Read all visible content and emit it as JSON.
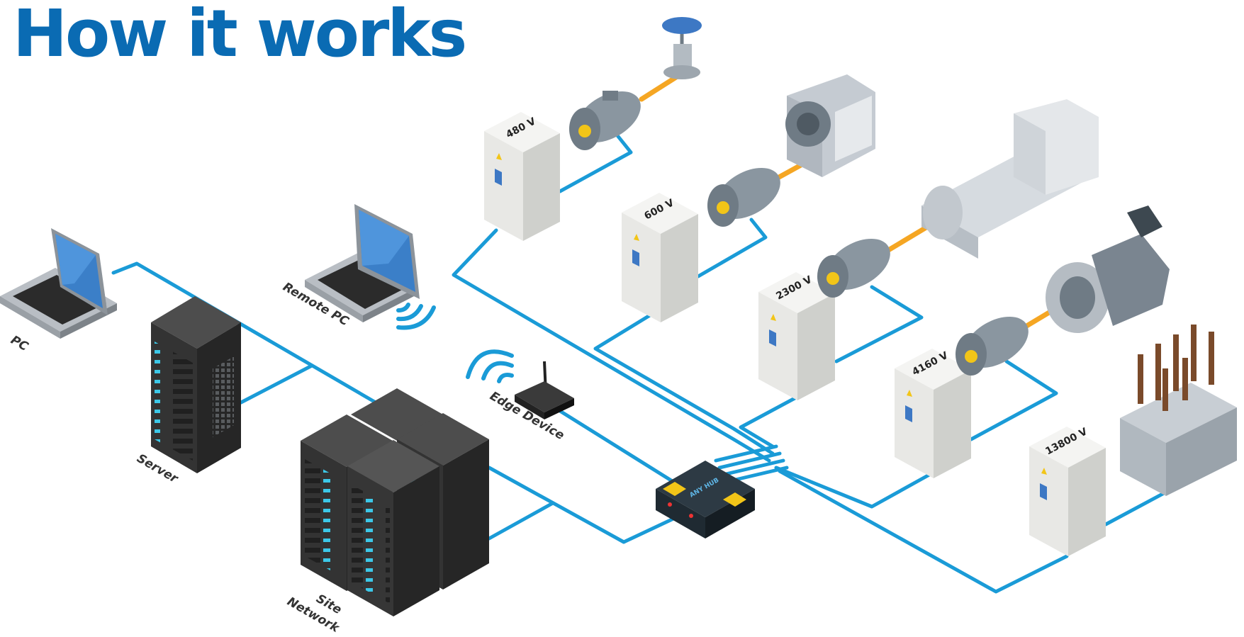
{
  "title": "How it works",
  "labels": {
    "pc": "PC",
    "remote_pc": "Remote PC",
    "server": "Server",
    "site": "Site",
    "network": "Network",
    "edge_device": "Edge Device",
    "hub_brand": "ANY HUB"
  },
  "drives": [
    {
      "voltage": "480 V"
    },
    {
      "voltage": "600 V"
    },
    {
      "voltage": "2300 V"
    },
    {
      "voltage": "4160 V"
    },
    {
      "voltage": "13800 V"
    }
  ],
  "colors": {
    "title": "#0a6bb3",
    "wire": "#1a9bd7",
    "shaft": "#f5a623",
    "cabinet": "#e8e8e5",
    "motor": "#8a96a0"
  }
}
